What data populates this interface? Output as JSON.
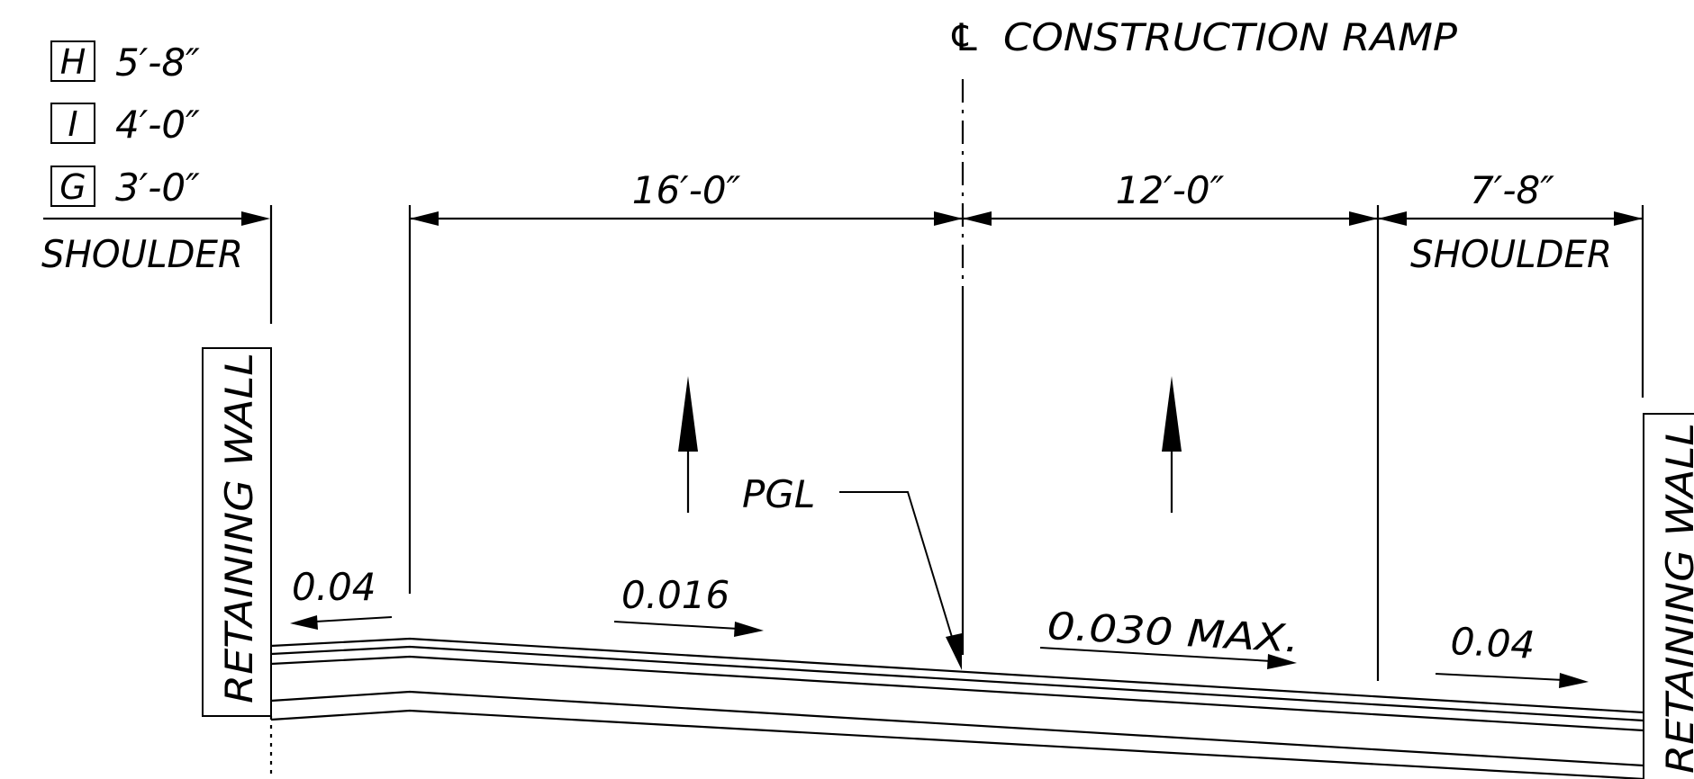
{
  "title": "CONSTRUCTION RAMP",
  "centerline_symbol": "℄",
  "legend": [
    {
      "key": "H",
      "value": "5′-8″"
    },
    {
      "key": "I",
      "value": "4′-0″"
    },
    {
      "key": "G",
      "value": "3′-0″"
    }
  ],
  "dimensions": {
    "left_lane": "16′-0″",
    "right_lane": "12′-0″",
    "right_shoulder": "7′-8″"
  },
  "labels": {
    "shoulder_left": "SHOULDER",
    "shoulder_right": "SHOULDER",
    "retaining_wall_left": "RETAINING WALL",
    "retaining_wall_right": "RETAINING WALL",
    "pgl": "PGL"
  },
  "slopes": {
    "left_shoulder": "0.04",
    "left_lane": "0.016",
    "right_lane": "0.030 MAX.",
    "right_shoulder": "0.04"
  }
}
